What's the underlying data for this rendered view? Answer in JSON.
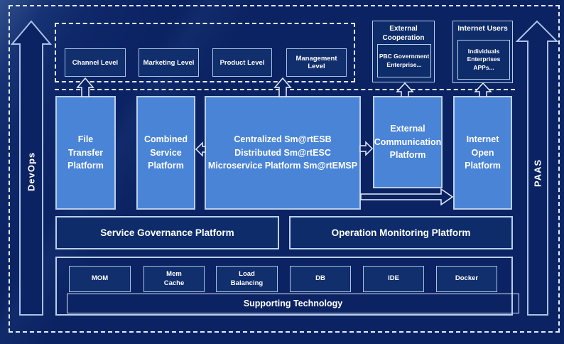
{
  "colors": {
    "background": "#0b2363",
    "accent_blue": "#4a84d6",
    "panel_navy": "#112f6d",
    "border_light": "#b9cfe9",
    "dashed_white": "#e6edf8",
    "text": "#ffffff"
  },
  "rails": {
    "left_label": "DevOps",
    "right_label": "PAAS"
  },
  "levels": {
    "items": [
      {
        "label": "Channel Level"
      },
      {
        "label": "Marketing Level"
      },
      {
        "label": "Product Level"
      },
      {
        "label": "Management Level"
      }
    ]
  },
  "external_cooperation": {
    "title": "External\nCooperation",
    "detail": "PBC Government\nEnterprise..."
  },
  "internet_users": {
    "title": "Internet Users",
    "detail": "Individuals\nEnterprises\nAPPs..."
  },
  "platforms": {
    "file_transfer": "File\nTransfer\nPlatform",
    "combined_service": "Combined\nService\nPlatform",
    "central": "Centralized Sm@rtESB\nDistributed Sm@rtESC\nMicroservice Platform Sm@rtEMSP",
    "external_communication": "External\nCommunication\nPlatform",
    "internet_open": "Internet\nOpen\nPlatform"
  },
  "governance_label": "Service Governance Platform",
  "monitoring_label": "Operation Monitoring Platform",
  "supporting": {
    "bar_label": "Supporting Technology",
    "items": [
      {
        "label": "MOM"
      },
      {
        "label": "Mem\nCache"
      },
      {
        "label": "Load\nBalancing"
      },
      {
        "label": "DB"
      },
      {
        "label": "IDE"
      },
      {
        "label": "Docker"
      }
    ]
  }
}
